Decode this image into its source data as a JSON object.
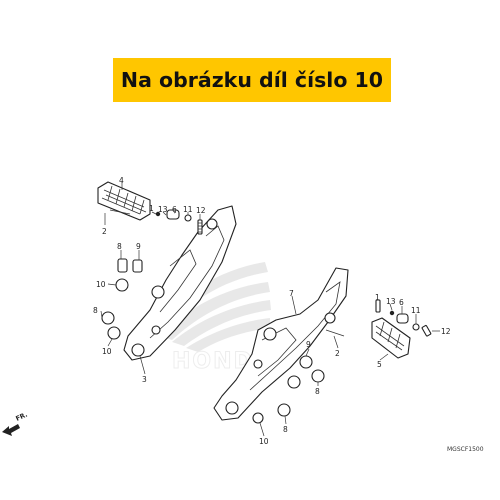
{
  "banner": {
    "text": "Na obrázku díl číslo 10",
    "color": "#FFC600"
  },
  "diagram": {
    "watermark": "HONDA",
    "fr_label": "FR.",
    "drawing_code": "MGSCF1500",
    "callouts": [
      "1",
      "2",
      "3",
      "4",
      "5",
      "6",
      "7",
      "8",
      "9",
      "10",
      "11",
      "12",
      "13"
    ]
  }
}
